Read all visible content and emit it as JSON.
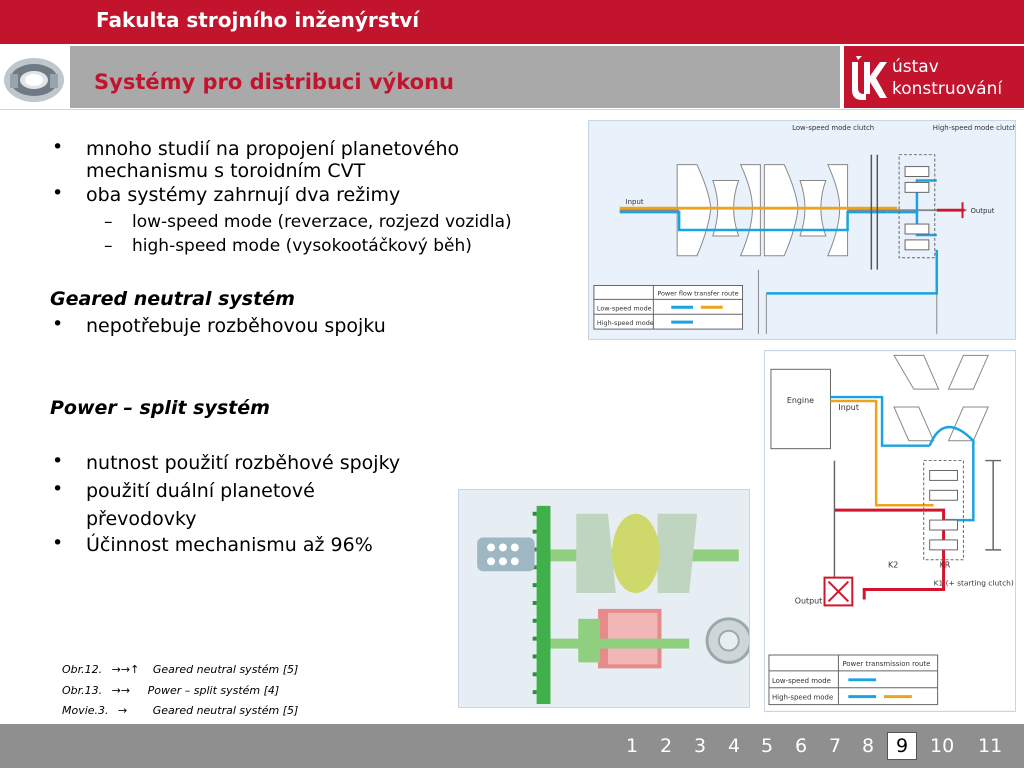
{
  "header": {
    "faculty": "Fakulta strojního inženýrství",
    "title": "Systémy pro distribuci výkonu",
    "logo_line1": "ústav",
    "logo_line2": "konstruování"
  },
  "content": {
    "bullets1": [
      "mnoho studií na propojení planetového mechanismu s toroidním CVT",
      "oba systémy zahrnují dva režimy"
    ],
    "sub_bullets": [
      "low-speed mode (reverzace, rozjezd vozidla)",
      "high-speed mode (vysokootáčkový běh)"
    ],
    "geared_heading": "Geared neutral systém",
    "geared_bullet": "nepotřebuje rozběhovou spojku",
    "split_heading": "Power – split systém",
    "split_bullets": [
      "nutnost použití rozběhové spojky",
      "použití duální planetové",
      "převodovky",
      "Účinnost mechanismu až 96%"
    ],
    "bullet_char": "•",
    "dash_char": "–"
  },
  "captions": [
    {
      "id": "Obr.12.",
      "arrows": "→→↑",
      "text": "Geared neutral systém [5]"
    },
    {
      "id": "Obr.13.",
      "arrows": "→→",
      "text": "Power – split systém [4]"
    },
    {
      "id": "Movie.3.",
      "arrows": "→",
      "text": "Geared neutral systém [5]"
    }
  ],
  "figure1": {
    "low_clutch": "Low-speed mode clutch",
    "high_clutch": "High-speed mode clutch",
    "input": "Input",
    "output": "Output",
    "table_header": "Power flow transfer route",
    "row1": "Low-speed mode",
    "row2": "High-speed mode"
  },
  "figure2": {
    "engine": "Engine",
    "input": "Input",
    "output": "Output",
    "k2": "K2",
    "kr": "KR",
    "k1": "K1 (+ starting clutch)",
    "table_header": "Power transmission route",
    "row1": "Low-speed mode",
    "row2": "High-speed mode"
  },
  "pagination": {
    "pages": [
      "1",
      "2",
      "3",
      "4",
      "5",
      "6",
      "7",
      "8",
      "9",
      "10",
      "11"
    ],
    "current": "9"
  },
  "colors": {
    "brand_red": "#c2142d",
    "title_gray": "#a9a9a9",
    "footer_gray": "#8f8f8f",
    "route_blue": "#1aa3e0",
    "route_orange": "#f0a21c",
    "route_red": "#d2142d"
  }
}
